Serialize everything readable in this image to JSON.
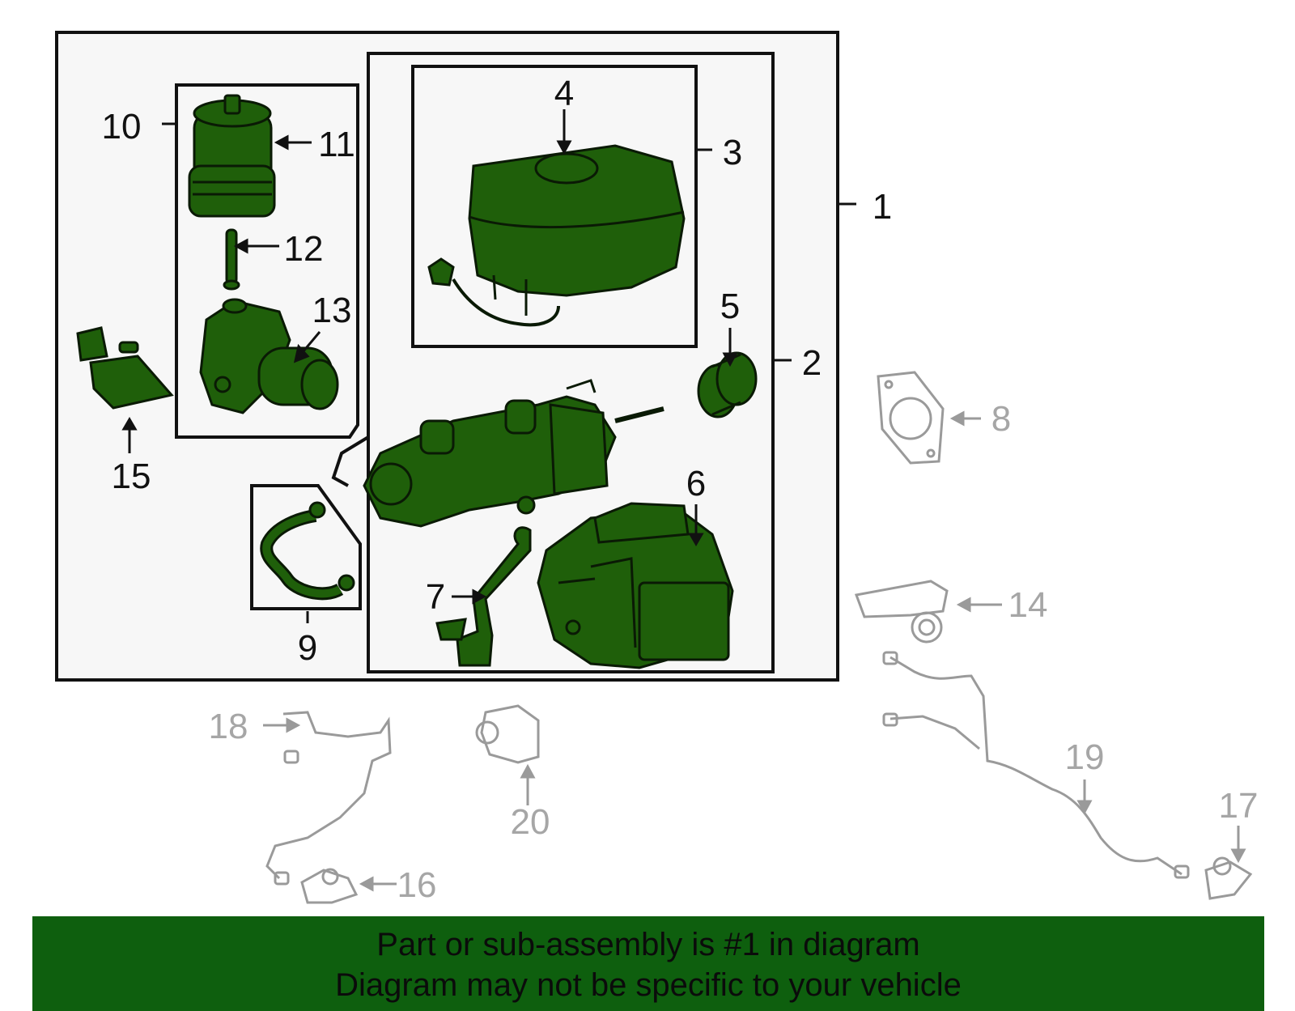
{
  "colors": {
    "part_fill": "#1f5f0a",
    "part_stroke": "#0a1a05",
    "ghost_stroke": "#9a9a9a",
    "frame": "#111111",
    "panel": "#f7f7f7",
    "banner": "#0e5f0e"
  },
  "callouts": {
    "c1": "1",
    "c2": "2",
    "c3": "3",
    "c4": "4",
    "c5": "5",
    "c6": "6",
    "c7": "7",
    "c8": "8",
    "c9": "9",
    "c10": "10",
    "c11": "11",
    "c12": "12",
    "c13": "13",
    "c14": "14",
    "c15": "15",
    "c16": "16",
    "c17": "17",
    "c18": "18",
    "c19": "19",
    "c20": "20"
  },
  "banner": {
    "line1": "Part or sub-assembly is #1 in diagram",
    "line2": "Diagram may not be specific to your vehicle"
  }
}
